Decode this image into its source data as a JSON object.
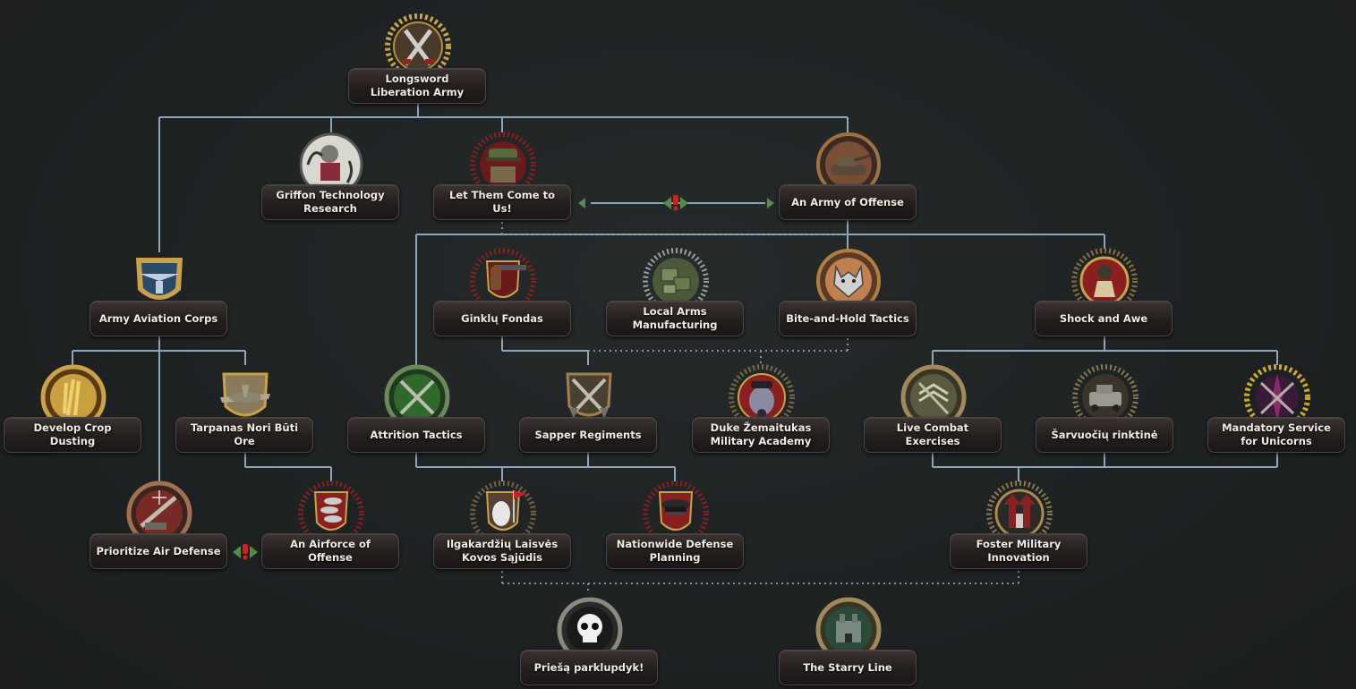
{
  "focuses": {
    "longsword": "Longsword Liberation Army",
    "griffon_tech": "Griffon Technology Research",
    "let_them_come": "Let Them Come to Us!",
    "army_offense": "An Army of Offense",
    "aviation_corps": "Army Aviation Corps",
    "ginklu_fondas": "Ginklų Fondas",
    "local_arms": "Local Arms Manufacturing",
    "bite_hold": "Bite-and-Hold Tactics",
    "shock_awe": "Shock and Awe",
    "crop_dusting": "Develop Crop Dusting",
    "tarpanas": "Tarpanas Nori Būti Ore",
    "attrition": "Attrition Tactics",
    "sapper": "Sapper Regiments",
    "duke_academy": "Duke Žemaitukas Military Academy",
    "live_combat": "Live Combat Exercises",
    "sarvuociu": "Šarvuočių rinktinė",
    "mandatory_service": "Mandatory Service for Unicorns",
    "prioritize_air": "Prioritize Air Defense",
    "airforce_offense": "An Airforce of Offense",
    "ilgakardziu": "Ilgakardžių Laisvės Kovos Sąjūdis",
    "nationwide_defense": "Nationwide Defense Planning",
    "foster_innovation": "Foster Military Innovation",
    "priesa": "Priešą parklupdyk!",
    "starry_line": "The Starry Line"
  },
  "colors": {
    "line": "#8fa6ba",
    "dotted": "#7f95a9",
    "background": "#1f2223",
    "label_text": "#f1ece4",
    "exclusive_marker": "#d21f1f"
  }
}
